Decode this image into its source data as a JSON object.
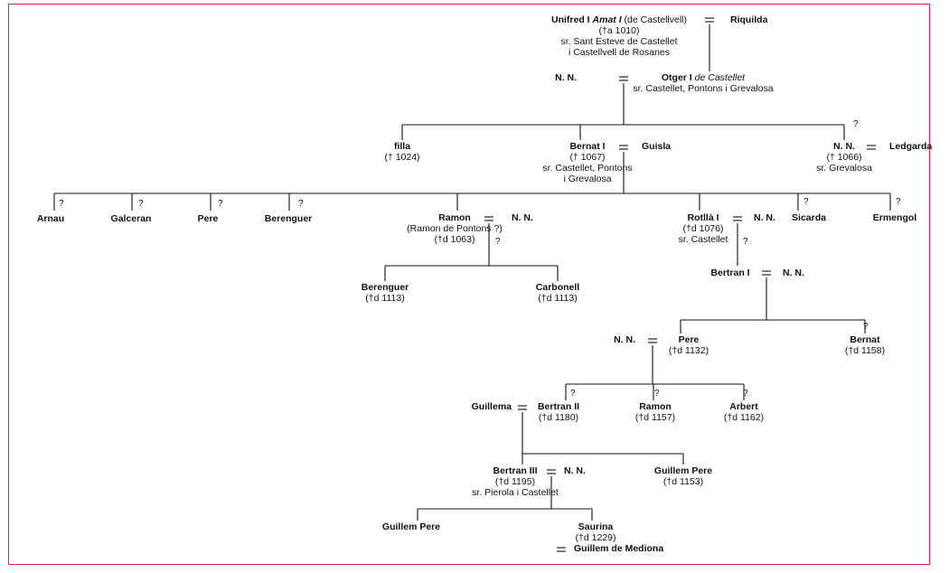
{
  "persons": {
    "unifred": {
      "pre": "Unifred I ",
      "epithet": "Amat I",
      "extra": " (de Castellvell)",
      "details": [
        "(†a 1010)",
        "sr. Sant Esteve de Castellet",
        "i Castellvell de Rosanes"
      ]
    },
    "riquilda": {
      "name": "Riquilda"
    },
    "nn_otger": {
      "name": "N. N."
    },
    "otger": {
      "pre": "Otger I ",
      "epithet": "de Castellet",
      "details": [
        "sr. Castellet, Pontons i Grevalosa"
      ]
    },
    "filla": {
      "name": "filla",
      "details": [
        "(† 1024)"
      ]
    },
    "bernat_i": {
      "name": "Bernat I",
      "details": [
        "(† 1067)",
        "sr. Castellet, Pontons",
        "i Grevalosa"
      ]
    },
    "guisla": {
      "name": "Guisla"
    },
    "nn_grev": {
      "name": "N. N.",
      "details": [
        "(† 1066)",
        "sr. Grevalosa"
      ]
    },
    "ledgarda": {
      "name": "Ledgarda"
    },
    "arnau": {
      "name": "Arnau"
    },
    "galceran": {
      "name": "Galceran"
    },
    "pere_a": {
      "name": "Pere"
    },
    "berenguer_a": {
      "name": "Berenguer"
    },
    "ramon_a": {
      "name": "Ramon",
      "details": [
        "(Ramon de Pontons ?)",
        "(†d 1063)"
      ]
    },
    "nn_ramon": {
      "name": "N. N."
    },
    "rotlla": {
      "name": "Rotllà I",
      "details": [
        "(†d 1076)",
        "sr. Castellet"
      ]
    },
    "nn_rotlla": {
      "name": "N. N."
    },
    "sicarda": {
      "name": "Sicarda"
    },
    "ermengol": {
      "name": "Ermengol"
    },
    "berenguer_b": {
      "name": "Berenguer",
      "details": [
        "(†d 1113)"
      ]
    },
    "carbonell": {
      "name": "Carbonell",
      "details": [
        "(†d 1113)"
      ]
    },
    "bertran_i": {
      "name": "Bertran I"
    },
    "nn_bertran": {
      "name": "N. N."
    },
    "nn_pere": {
      "name": "N. N."
    },
    "pere_b": {
      "name": "Pere",
      "details": [
        "(†d 1132)"
      ]
    },
    "bernat_b": {
      "name": "Bernat",
      "details": [
        "(†d 1158)"
      ]
    },
    "guillema": {
      "name": "Guillema"
    },
    "bertran_ii": {
      "name": "Bertran II",
      "details": [
        "(†d 1180)"
      ]
    },
    "ramon_b": {
      "name": "Ramon",
      "details": [
        "(†d 1157)"
      ]
    },
    "arbert": {
      "name": "Arbert",
      "details": [
        "(†d 1162)"
      ]
    },
    "bertran_iii": {
      "name": "Bertran III",
      "details": [
        "(†d 1195)",
        "sr. Pierola i Castellet"
      ]
    },
    "nn_b3": {
      "name": "N. N."
    },
    "guillem_pere_a": {
      "name": "Guillem Pere",
      "details": [
        "(†d 1153)"
      ]
    },
    "guillem_pere_b": {
      "name": "Guillem Pere"
    },
    "saurina": {
      "name": "Saurina",
      "details": [
        "(†d 1229)"
      ]
    },
    "guillem_mediona": {
      "name": "Guillem de Mediona"
    }
  },
  "symbols": {
    "uncertain": "?"
  },
  "colors": {
    "frame": "#d81b6a",
    "line": "#111111"
  }
}
